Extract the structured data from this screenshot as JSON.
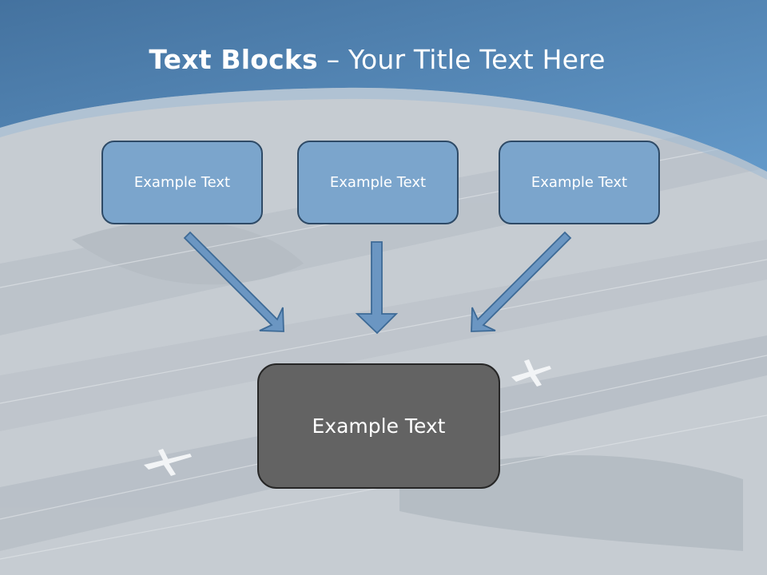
{
  "slide": {
    "title_bold": "Text Blocks",
    "title_dash": "–",
    "title_rest": "Your Title Text Here"
  },
  "diagram": {
    "top_boxes": [
      "Example Text",
      "Example Text",
      "Example Text"
    ],
    "bottom_box": "Example Text"
  },
  "colors": {
    "header_blue": "#4f82b3",
    "top_box_fill": "#7ba5cc",
    "top_box_border": "#2e4a66",
    "bottom_box_fill": "#636363",
    "arrow_fill": "#6b96c2",
    "arrow_stroke": "#3d6a96"
  }
}
